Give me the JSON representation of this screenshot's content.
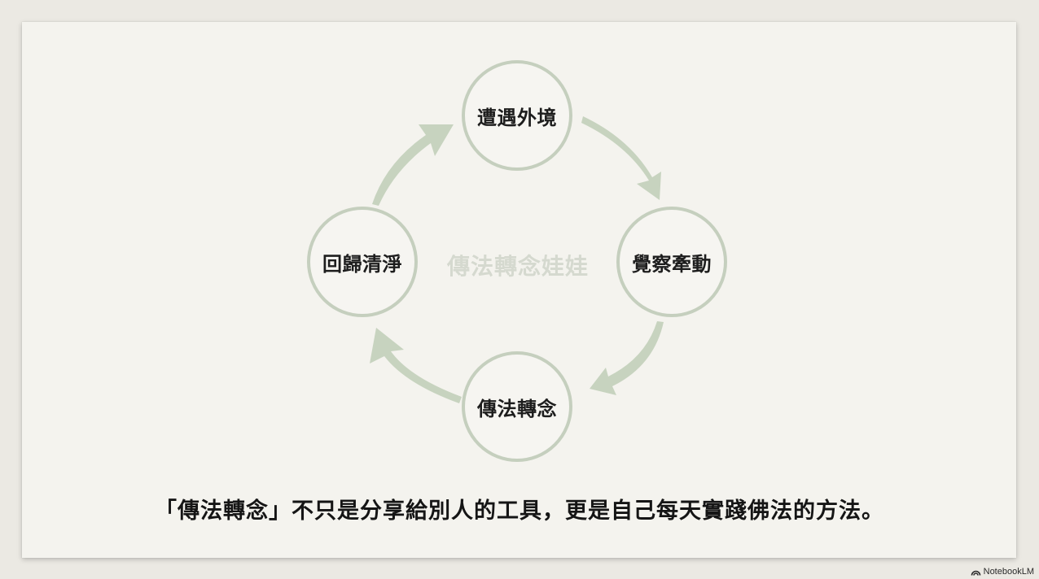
{
  "diagram": {
    "nodes": {
      "top": "遭遇外境",
      "right": "覺察牽動",
      "bottom": "傳法轉念",
      "left": "回歸清淨"
    },
    "center": "傳法轉念娃娃"
  },
  "caption": "「傳法轉念」不只是分享給別人的工具，更是自己每天實踐佛法的方法。",
  "brand": {
    "name": "NotebookLM",
    "icon": "notebooklm-logo-icon"
  },
  "colors": {
    "arrow": "#c7d3bf",
    "node_border": "#c5cfbe",
    "center_text": "#d5d9cf"
  }
}
